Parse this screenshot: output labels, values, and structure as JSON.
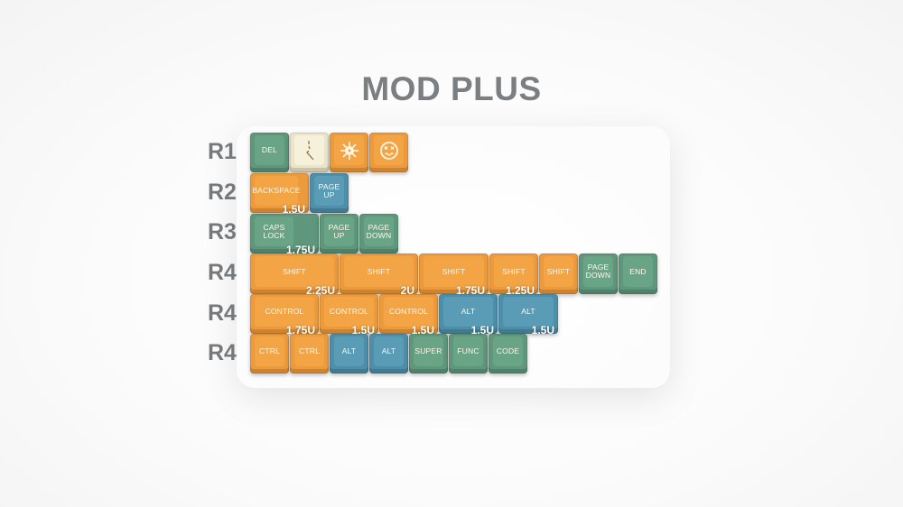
{
  "title": "MOD PLUS",
  "colors": {
    "orange": "#F3A444",
    "green": "#6AA487",
    "blue": "#5A9CB6",
    "cream": "#F6F1DA",
    "label_gray": "#75797C"
  },
  "row_labels": [
    "R1",
    "R2",
    "R3",
    "R4",
    "R4",
    "R4"
  ],
  "rows": [
    {
      "label": "R1",
      "keys": [
        {
          "legend": "DEL",
          "color": "green",
          "size": ""
        },
        {
          "legend": "",
          "icon": "lightning-crack-icon",
          "color": "cream",
          "size": ""
        },
        {
          "legend": "",
          "icon": "virus-icon",
          "color": "orange",
          "size": ""
        },
        {
          "legend": "",
          "icon": "dizzy-face-icon",
          "color": "orange",
          "size": ""
        }
      ]
    },
    {
      "label": "R2",
      "keys": [
        {
          "legend": "BACKSPACE",
          "color": "orange",
          "size": "1.5U"
        },
        {
          "legend": "PAGE UP",
          "color": "blue",
          "size": ""
        }
      ]
    },
    {
      "label": "R3",
      "keys": [
        {
          "legend": "CAPS LOCK",
          "color": "green",
          "size": "1.75U"
        },
        {
          "legend": "PAGE UP",
          "color": "green",
          "size": ""
        },
        {
          "legend": "PAGE DOWN",
          "color": "green",
          "size": ""
        }
      ]
    },
    {
      "label": "R4",
      "keys": [
        {
          "legend": "SHIFT",
          "color": "orange",
          "size": "2.25U"
        },
        {
          "legend": "SHIFT",
          "color": "orange",
          "size": "2U"
        },
        {
          "legend": "SHIFT",
          "color": "orange",
          "size": "1.75U"
        },
        {
          "legend": "SHIFT",
          "color": "orange",
          "size": "1.25U"
        },
        {
          "legend": "SHIFT",
          "color": "orange",
          "size": ""
        },
        {
          "legend": "PAGE DOWN",
          "color": "green",
          "size": ""
        },
        {
          "legend": "END",
          "color": "green",
          "size": ""
        }
      ]
    },
    {
      "label": "R4",
      "keys": [
        {
          "legend": "CONTROL",
          "color": "orange",
          "size": "1.75U"
        },
        {
          "legend": "CONTROL",
          "color": "orange",
          "size": "1.5U"
        },
        {
          "legend": "CONTROL",
          "color": "orange",
          "size": "1.5U"
        },
        {
          "legend": "ALT",
          "color": "blue",
          "size": "1.5U"
        },
        {
          "legend": "ALT",
          "color": "blue",
          "size": "1.5U"
        }
      ]
    },
    {
      "label": "R4",
      "keys": [
        {
          "legend": "CTRL",
          "color": "orange",
          "size": ""
        },
        {
          "legend": "CTRL",
          "color": "orange",
          "size": ""
        },
        {
          "legend": "ALT",
          "color": "blue",
          "size": ""
        },
        {
          "legend": "ALT",
          "color": "blue",
          "size": ""
        },
        {
          "legend": "SUPER",
          "color": "green",
          "size": ""
        },
        {
          "legend": "FUNC",
          "color": "green",
          "size": ""
        },
        {
          "legend": "CODE",
          "color": "green",
          "size": ""
        }
      ]
    }
  ]
}
